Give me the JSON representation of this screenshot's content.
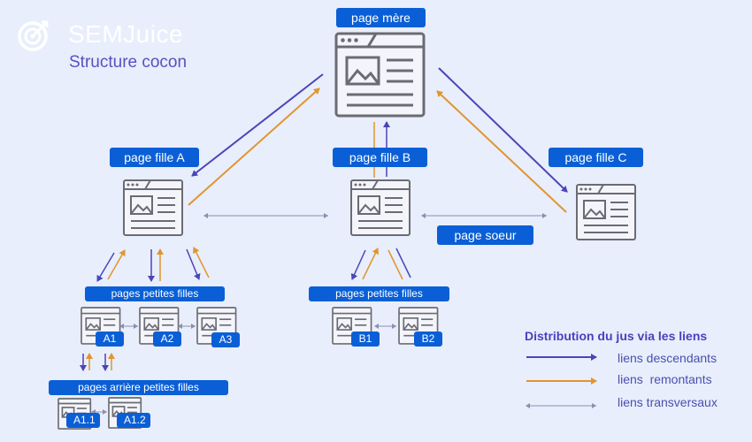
{
  "brand": {
    "name": "SEMJuice",
    "subtitle": "Structure cocon"
  },
  "colors": {
    "label_bg": "#0a5fd6",
    "down": "#4b45b8",
    "up": "#e1952f",
    "transverse": "#8e8eb0",
    "icon": "#6b6b73",
    "background": "#e8eefb"
  },
  "nodes": {
    "mere": "page mère",
    "fille_a": "page fille A",
    "fille_b": "page fille B",
    "fille_c": "page fille C",
    "soeur": "page soeur",
    "petites_filles_a": "pages petites filles",
    "petites_filles_b": "pages petites filles",
    "arriere": "pages arrière petites filles",
    "a1": "A1",
    "a2": "A2",
    "a3": "A3",
    "b1": "B1",
    "b2": "B2",
    "a11": "A1.1",
    "a12": "A1.2"
  },
  "legend": {
    "title": "Distribution du jus via les liens",
    "descendants": "liens descendants",
    "remontants": "liens  remontants",
    "transversaux": "liens transversaux"
  }
}
